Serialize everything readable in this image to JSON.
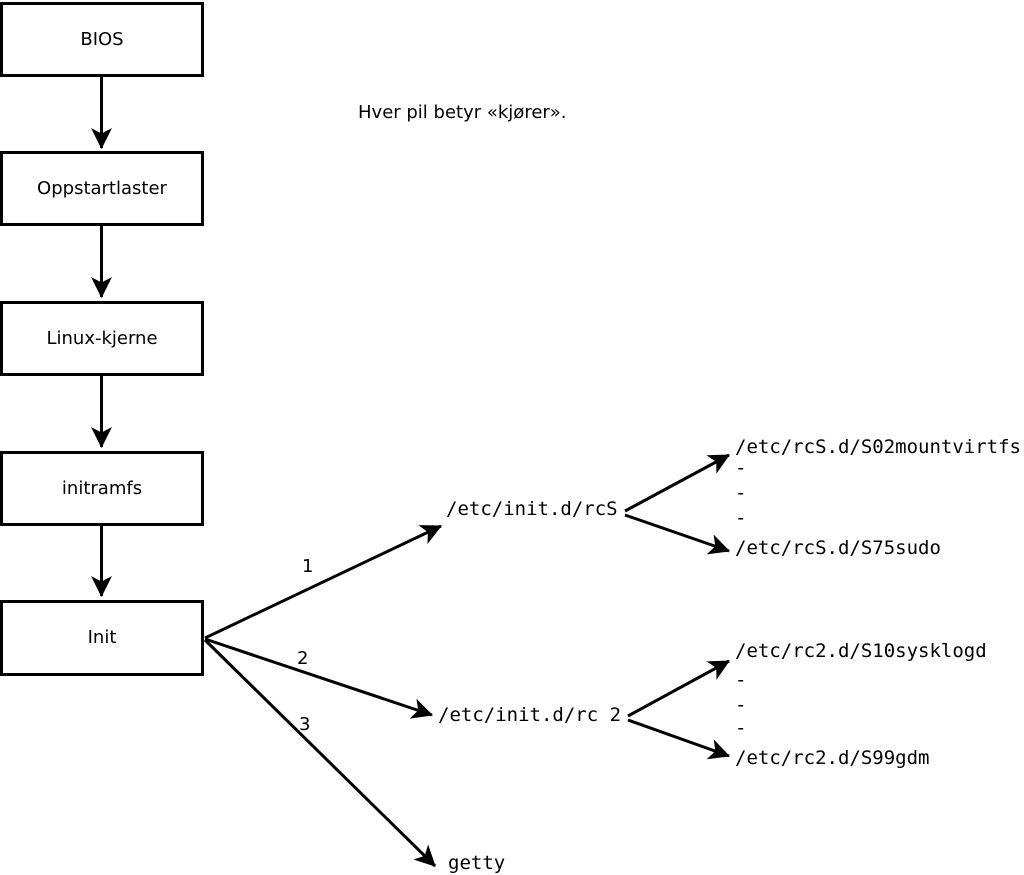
{
  "colors": {
    "line": "#000000",
    "background": "#ffffff"
  },
  "note": "Hver pil betyr «kjører».",
  "boxes": [
    {
      "label": "BIOS"
    },
    {
      "label": "Oppstartlaster"
    },
    {
      "label": "Linux-kjerne"
    },
    {
      "label": "initramfs"
    },
    {
      "label": "Init"
    }
  ],
  "edge_labels": [
    "1",
    "2",
    "3"
  ],
  "processes": {
    "rcs": {
      "label": "/etc/init.d/rcS",
      "children": [
        "/etc/rcS.d/S02mountvirtfs",
        "-",
        "-",
        "-",
        "/etc/rcS.d/S75sudo"
      ]
    },
    "rc2": {
      "label": "/etc/init.d/rc 2",
      "children": [
        "/etc/rc2.d/S10sysklogd",
        "-",
        "-",
        "-",
        "/etc/rc2.d/S99gdm"
      ]
    },
    "getty": {
      "label": "getty"
    }
  }
}
